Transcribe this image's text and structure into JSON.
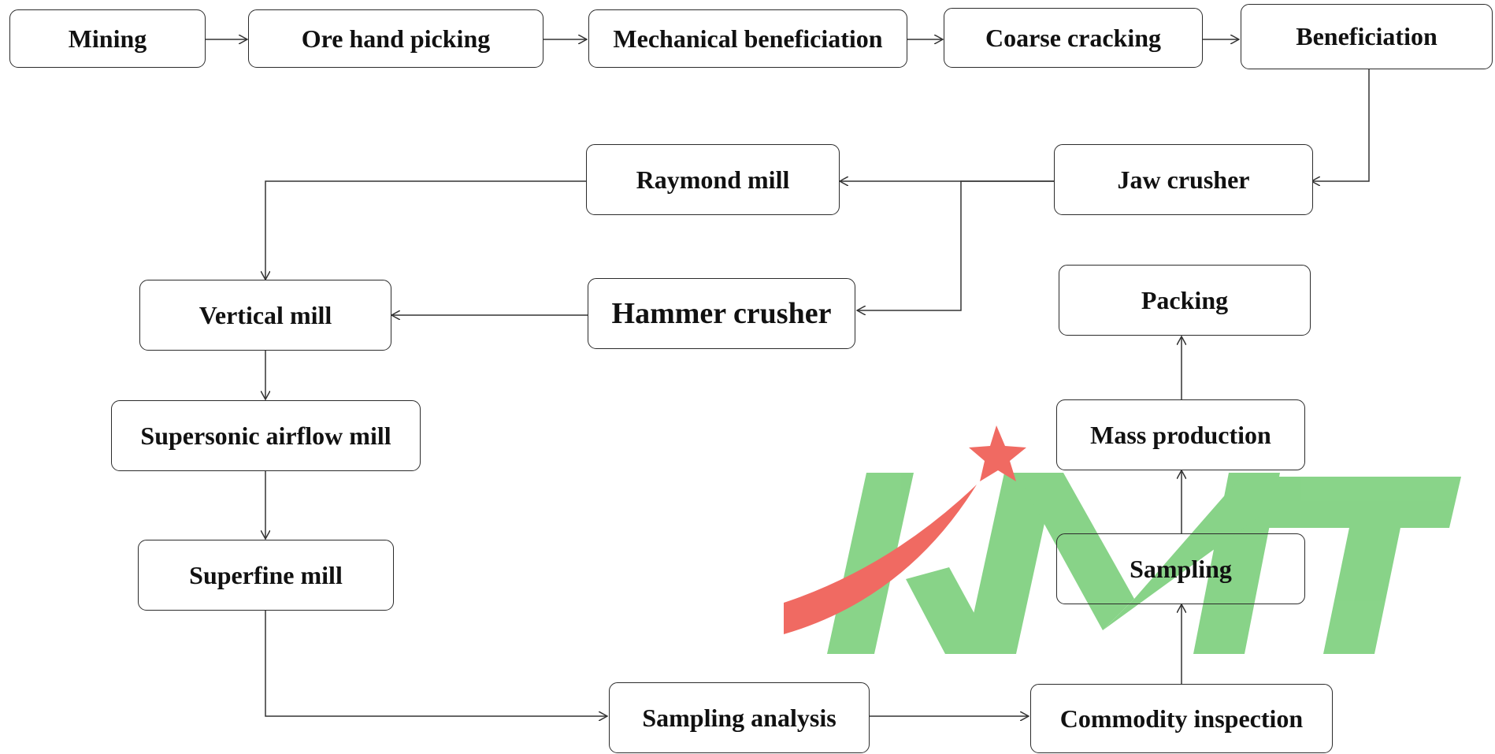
{
  "diagram": {
    "nodes": {
      "mining": "Mining",
      "ore_hand_picking": "Ore hand picking",
      "mechanical_beneficiation": "Mechanical beneficiation",
      "coarse_cracking": "Coarse cracking",
      "beneficiation": "Beneficiation",
      "jaw_crusher": "Jaw crusher",
      "raymond_mill": "Raymond mill",
      "hammer_crusher": "Hammer crusher",
      "vertical_mill": "Vertical mill",
      "supersonic_airflow_mill": "Supersonic airflow mill",
      "superfine_mill": "Superfine mill",
      "sampling_analysis": "Sampling analysis",
      "commodity_inspection": "Commodity inspection",
      "sampling": "Sampling",
      "mass_production": "Mass production",
      "packing": "Packing"
    },
    "edges": [
      [
        "mining",
        "ore_hand_picking"
      ],
      [
        "ore_hand_picking",
        "mechanical_beneficiation"
      ],
      [
        "mechanical_beneficiation",
        "coarse_cracking"
      ],
      [
        "coarse_cracking",
        "beneficiation"
      ],
      [
        "beneficiation",
        "jaw_crusher"
      ],
      [
        "jaw_crusher",
        "raymond_mill"
      ],
      [
        "jaw_crusher",
        "hammer_crusher"
      ],
      [
        "raymond_mill",
        "vertical_mill"
      ],
      [
        "hammer_crusher",
        "vertical_mill"
      ],
      [
        "vertical_mill",
        "supersonic_airflow_mill"
      ],
      [
        "supersonic_airflow_mill",
        "superfine_mill"
      ],
      [
        "superfine_mill",
        "sampling_analysis"
      ],
      [
        "sampling_analysis",
        "commodity_inspection"
      ],
      [
        "commodity_inspection",
        "sampling"
      ],
      [
        "sampling",
        "mass_production"
      ],
      [
        "mass_production",
        "packing"
      ]
    ]
  },
  "watermark": {
    "text": "KMT",
    "green": "#7ccf7c",
    "red": "#f06a62"
  }
}
